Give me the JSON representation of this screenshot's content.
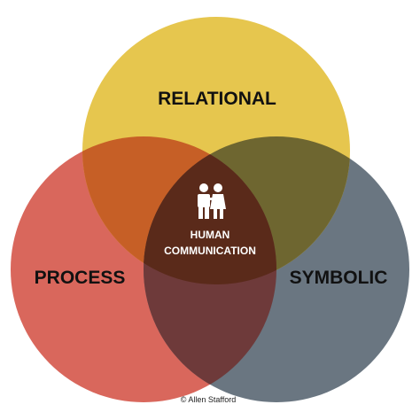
{
  "diagram": {
    "circles": {
      "relational": {
        "label": "RELATIONAL",
        "color": "#e6c64e"
      },
      "process": {
        "label": "PROCESS",
        "color": "#d9675c"
      },
      "symbolic": {
        "label": "SYMBOLIC",
        "color": "#6a7681"
      }
    },
    "center": {
      "line1": "HUMAN",
      "line2": "COMMUNICATION",
      "color": "#5a2a1a",
      "icon": "people-icon"
    },
    "credit": "© Allen Stafford"
  }
}
